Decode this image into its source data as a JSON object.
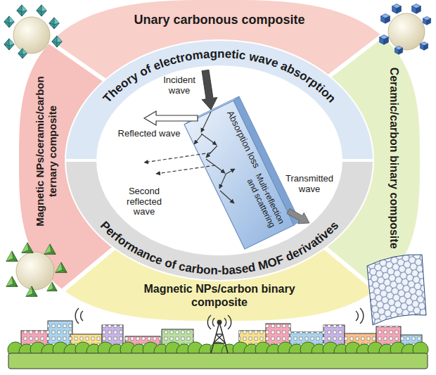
{
  "diagram": {
    "nodes": [
      {
        "text": [
          "Unary carbonous composite"
        ]
      },
      {
        "text": [
          "Ceramic/carbon binary composite"
        ]
      },
      {
        "text": [
          "Magnetic NPs/carbon binary composite"
        ]
      },
      {
        "text": [
          "Magnetic NPs/ceramic/carbon ternary composite"
        ]
      },
      {
        "text": [
          "Theory of electromagnetic wave absorption"
        ]
      },
      {
        "text": [
          "Performance of carbon-based MOF derivatives"
        ]
      }
    ],
    "labels": [
      "Incident wave",
      "Reflected wave",
      "Absorption loss",
      "Transmitted wave",
      "Second reflected wave",
      "Multi-reflection and scattering"
    ]
  }
}
